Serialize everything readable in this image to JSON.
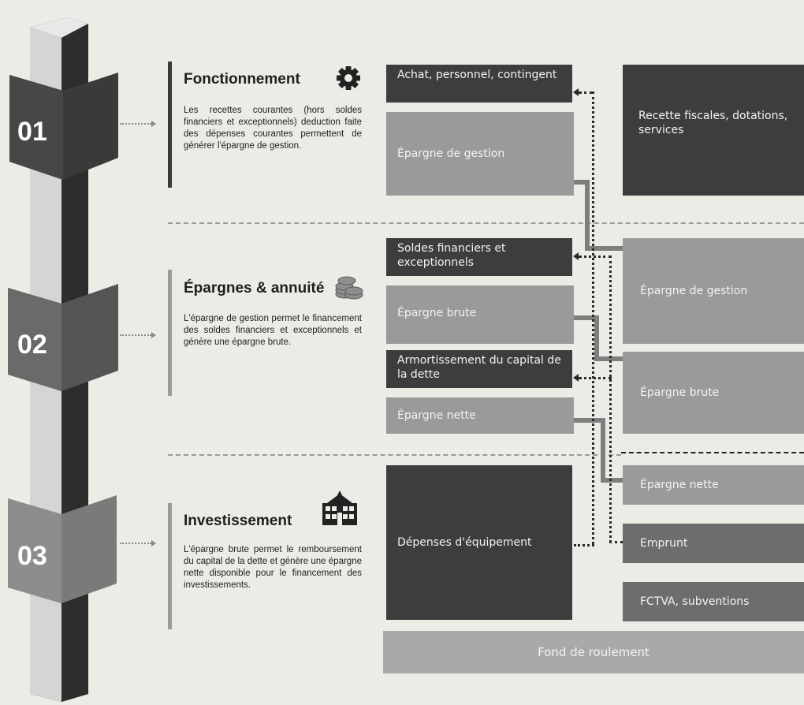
{
  "steps": [
    {
      "number": "01",
      "title": "Fonctionnement",
      "icon": "gear-icon",
      "description": "Les recettes courantes (hors soldes financiers et exceptionnels) deduction faite des dépenses courantes permettent de générer l'épargne de gestion."
    },
    {
      "number": "02",
      "title": "Épargnes & annuité",
      "icon": "coins-icon",
      "description": "L'épargne de gestion permet le financement des soldes financiers et exceptionnels et génère une épargne brute."
    },
    {
      "number": "03",
      "title": "Investissement",
      "icon": "building-icon",
      "description": "L'épargne brute permet le remboursement du capital de la dette et génère une épargne nette disponible pour le financement des investissements."
    }
  ],
  "left_blocks": {
    "achat": "Achat, personnel, contingent",
    "epargne_gestion": "Épargne de gestion",
    "soldes": "Soldes financiers et exceptionnels",
    "epargne_brute": "Épargne brute",
    "armortissement": "Armortissement du capital de la dette",
    "epargne_nette": "Épargne nette",
    "depenses": "Dépenses d'équipement"
  },
  "right_blocks": {
    "recette": "Recette fiscales, dotations, services",
    "epargne_gestion": "Épargne de gestion",
    "epargne_brute": "Épargne brute",
    "epargne_nette": "Épargne nette",
    "emprunt": "Emprunt",
    "fctva": "FCTVA, subventions"
  },
  "bottom_block": "Fond de roulement",
  "colors": {
    "dark": "#3d3d3d",
    "mid": "#6d6d6d",
    "light": "#9a9a9a",
    "background": "#ecebe6"
  }
}
